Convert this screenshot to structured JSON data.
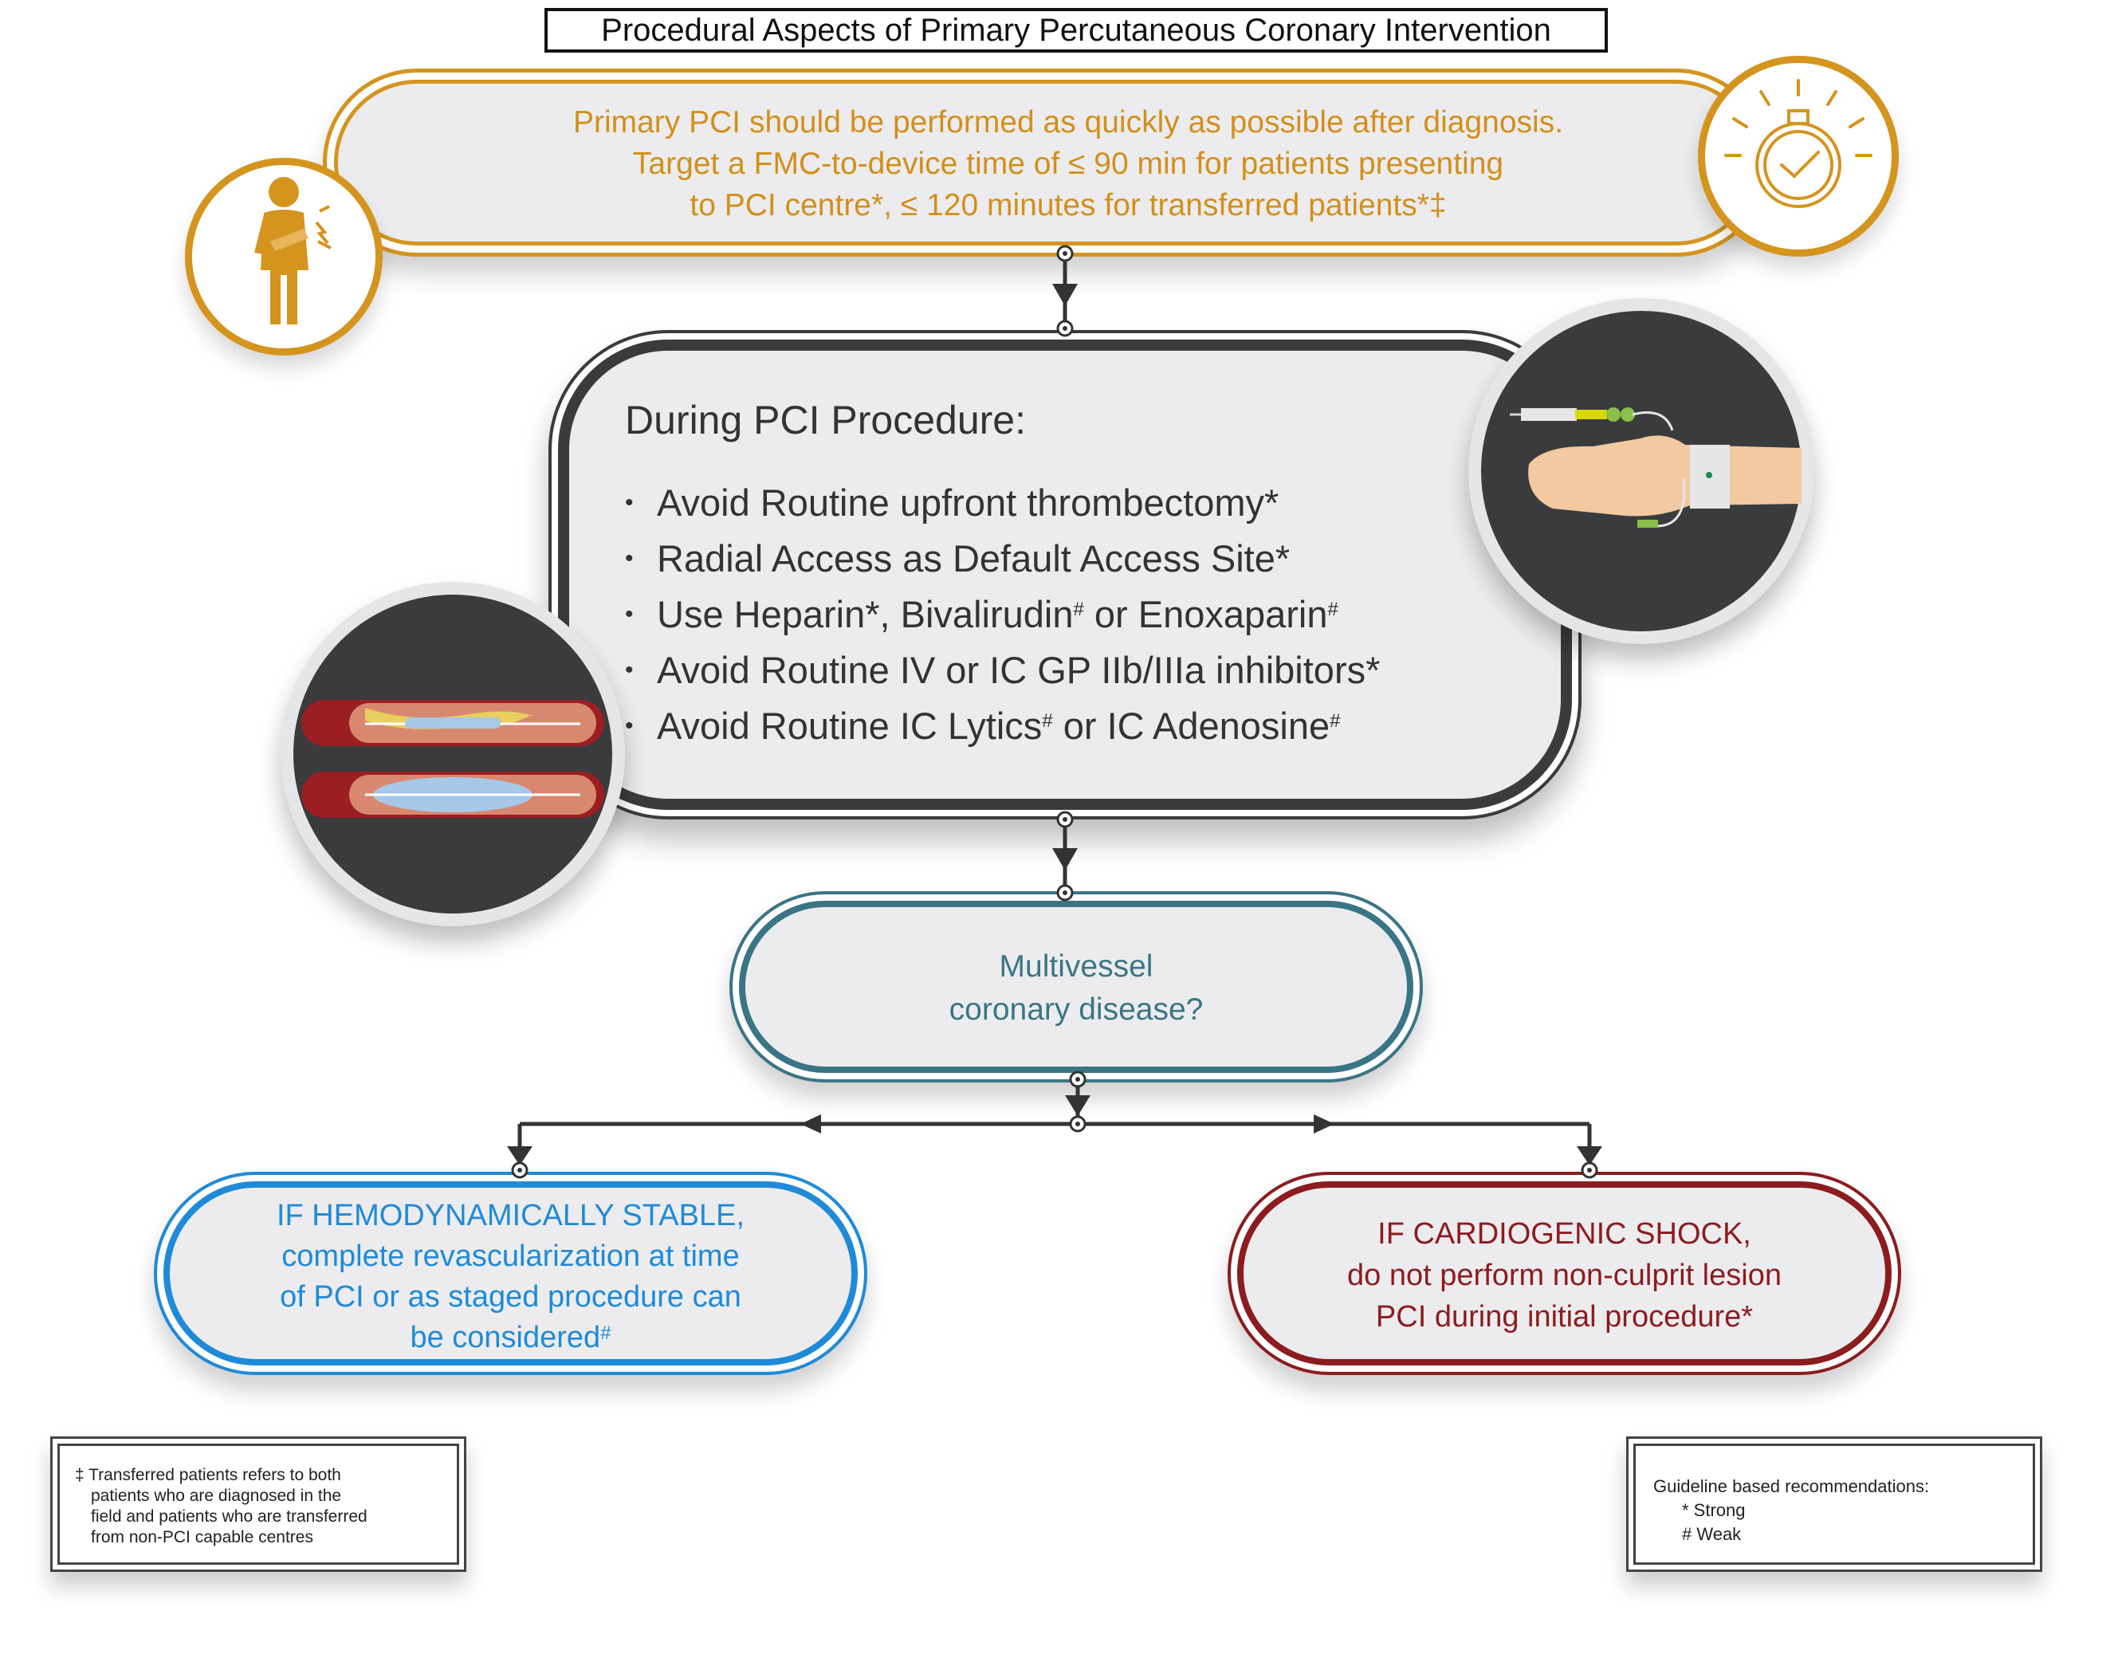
{
  "title": "Procedural Aspects of Primary Percutaneous Coronary Intervention",
  "timing": {
    "line1": "Primary PCI should be performed as quickly as possible after diagnosis.",
    "line2": "Target a FMC-to-device time of ≤ 90 min for patients presenting",
    "line3": "to PCI centre*, ≤ 120 minutes for transferred patients*‡"
  },
  "procedure": {
    "heading": "During PCI Procedure:",
    "items": [
      {
        "text": "Avoid Routine upfront thrombectomy*"
      },
      {
        "text": "Radial Access as Default Access Site*"
      },
      {
        "pre": "Use Heparin*, Bivalirudin",
        "sup1": "#",
        "mid": " or Enoxaparin",
        "sup2": "#"
      },
      {
        "text": "Avoid Routine IV or IC GP IIb/IIIa inhibitors*"
      },
      {
        "pre": "Avoid Routine IC Lytics",
        "sup1": "#",
        "mid": " or IC Adenosine",
        "sup2": "#"
      }
    ]
  },
  "question": {
    "line1": "Multivessel",
    "line2": "coronary disease?"
  },
  "stable": {
    "line1": "IF HEMODYNAMICALLY STABLE,",
    "line2": "complete revascularization at time",
    "line3": "of PCI or as staged procedure can",
    "line4": "be considered",
    "sup": "#"
  },
  "shock": {
    "line1": "IF CARDIOGENIC SHOCK,",
    "line2": "do not perform non-culprit lesion",
    "line3": "PCI during initial procedure*"
  },
  "footnote": {
    "line1": "‡ Transferred patients refers to both",
    "line2": "patients who are diagnosed in the",
    "line3": "field and patients who are transferred",
    "line4": "from non-PCI capable centres"
  },
  "legend": {
    "heading": "Guideline based recommendations:",
    "strong": "*  Strong",
    "weak": "#  Weak"
  },
  "colors": {
    "gold": "#d4941e",
    "dark": "#3a3b3d",
    "teal": "#3a7585",
    "blue": "#1f8ad8",
    "red": "#8c1c1f"
  },
  "icons": [
    "person-chest-pain-icon",
    "stopwatch-icon",
    "iv-syringe-hand-icon",
    "artery-balloon-stent-icon"
  ]
}
